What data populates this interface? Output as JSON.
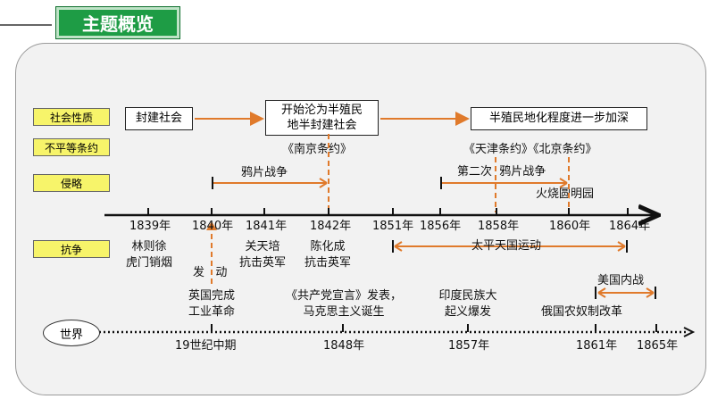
{
  "title": "主题概览",
  "rows": {
    "nature": "社会性质",
    "treaties": "不平等条约",
    "invasion": "侵略",
    "struggle": "抗争",
    "world": "世界"
  },
  "nature_boxes": [
    "封建社会",
    "开始沦为半殖民\n地半封建社会",
    "半殖民地化程度进一步加深"
  ],
  "treaties": {
    "nanjing": "《南京条约》",
    "tianjin_beijing": "《天津条约》《北京条约》"
  },
  "invasion": {
    "opium_war": "鸦片战争",
    "second_opium_war": "第二次  鸦片战争",
    "yuanmingyuan": "火烧圆明园"
  },
  "timeline_years": [
    "1839年",
    "1840年",
    "1841年",
    "1842年",
    "1851年",
    "1856年",
    "1858年",
    "1860年",
    "1864年"
  ],
  "struggle": {
    "lin": "林则徐\n虎门销烟",
    "guan": "关天培\n抗击英军",
    "chen": "陈化成\n抗击英军",
    "taiping": "太平天国运动"
  },
  "launch": "发   动",
  "world_events": {
    "industrial": "英国完成\n工业革命",
    "manifesto": "《共产党宣言》发表，\n马克思主义诞生",
    "india": "印度民族大\n起义爆发",
    "us_civil_war": "美国内战",
    "russia": "俄国农奴制改革"
  },
  "world_years": [
    "19世纪中期",
    "1848年",
    "1857年",
    "1861年",
    "1865年"
  ],
  "colors": {
    "accent": "#e07a2b",
    "title_bg": "#1e9c45",
    "label_bg": "#f7f46a",
    "line": "#111111"
  }
}
